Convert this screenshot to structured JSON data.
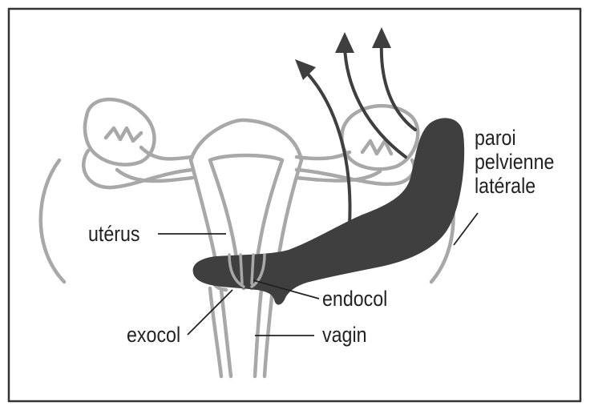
{
  "labels": {
    "lateral_wall": [
      "paroi",
      "pelvienne",
      "latérale"
    ],
    "uterus": "utérus",
    "endocol": "endocol",
    "exocol": "exocol",
    "vagin": "vagin"
  },
  "colors": {
    "frame": "#333333",
    "anatomy_outline": "#a8a8a8",
    "tumor": "#3f3f3f",
    "arrows": "#3f3f3f",
    "leader_lines": "#222222",
    "text": "#222222"
  }
}
